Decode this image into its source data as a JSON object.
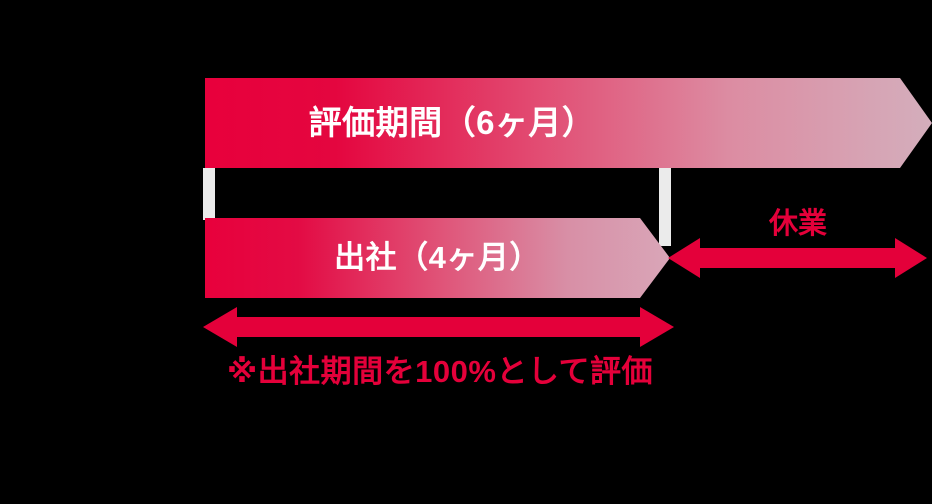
{
  "diagram": {
    "title_semantic": "evaluation-period-with-leave-of-absence",
    "background_color": "#000000"
  },
  "bars": [
    {
      "id": "evaluation-period",
      "label": "評価期間（6ヶ月）",
      "label_color": "#ffffff",
      "gradient_start": "#E8003C",
      "gradient_end": "#D4AEBC",
      "months": 6
    },
    {
      "id": "attendance-period",
      "label": "出社（4ヶ月）",
      "label_color": "#ffffff",
      "gradient_start": "#E8003C",
      "gradient_end": "#D9A6B8",
      "months": 4
    }
  ],
  "annotations": [
    {
      "id": "leave-of-absence",
      "label": "休業",
      "color": "#E4003A",
      "arrow": "double-headed"
    },
    {
      "id": "evaluation-note",
      "label": "※出社期間を100%として評価",
      "color": "#E4003A",
      "arrow": "double-headed"
    }
  ],
  "colors": {
    "accent": "#E4003A",
    "crimson": "#E8003C",
    "pale_pink": "#D4AEBC",
    "connector_white": "#EBEBEB",
    "background": "#000000"
  }
}
